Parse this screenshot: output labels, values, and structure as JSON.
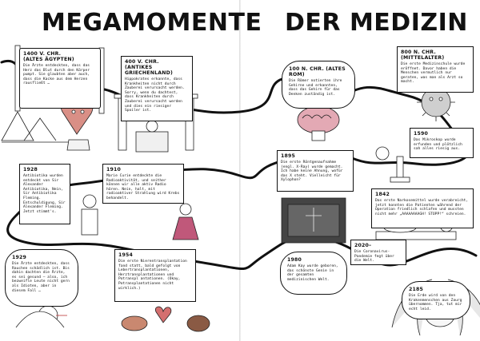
{
  "titles": {
    "left": "MEGAMOMENTE",
    "right": "DER MEDIZIN"
  },
  "events": [
    {
      "id": "e1400",
      "date_line1": "1400 V. CHR.",
      "date_line2": "(ALTES ÄGYPTEN)",
      "text": "Die Ärzte entdeckten, dass das Herz das Blut durch den Körper pumpt. Sie glaubten aber auch, dass die Kacke aus dem Herzen rausfließt …"
    },
    {
      "id": "e400",
      "date_line1": "400 V. CHR.",
      "date_line2": "(ANTIKES GRIECHENLAND)",
      "text": "Hippokrates erkannte, dass Krankheiten nicht durch Zauberei verursacht werden. Sorry, wenn du dachtest, dass Krankheiten durch Zauberei verursacht werden und dies ein riesiger Spoiler ist."
    },
    {
      "id": "e100",
      "date_line1": "100 N. CHR. (ALTES ROM)",
      "date_line2": "",
      "text": "Die Römer notierten ihre Gehirne und erkannten, dass das Gehirn für das Denken zuständig ist."
    },
    {
      "id": "e800",
      "date_line1": "800 N. CHR. (MITTELALTER)",
      "date_line2": "",
      "text": "Die erste Medizinschule wurde eröffnet. Davor haben die Menschen vermutlich nur geraten, was man als Arzt so macht."
    },
    {
      "id": "e1590",
      "date_line1": "1590",
      "date_line2": "",
      "text": "Das Mikroskop wurde erfunden und plötzlich sah alles riesig aus."
    },
    {
      "id": "e1895",
      "date_line1": "1895",
      "date_line2": "",
      "text": "Die erste Röntgenaufnahme (engl. X-Ray) wurde gemacht. Ich habe keine Ahnung, wofür das X steht. Vielleicht für Xylophon?"
    },
    {
      "id": "e1842",
      "date_line1": "1842",
      "date_line2": "",
      "text": "Das erste Narkosemittel wurde verabreicht, jetzt konnten die Patienten während der Operation friedlich schlafen und mussten nicht mehr „AAAAAAAAGH! STOPP!“ schreien."
    },
    {
      "id": "e1928",
      "date_line1": "1928",
      "date_line2": "",
      "text": "Antibiotika wurden entdeckt von Sir Alexander Antibiotika, Nein, Sir Antibiotika Fleming. Entschuldigung, Sir Alexander Fleming. Jetzt stimmt's."
    },
    {
      "id": "e1910",
      "date_line1": "1910",
      "date_line2": "",
      "text": "Marie Curie entdeckte die Radioaktivität, und seither können wir alle aktiv Radio hören. Nein, halt, mit radioaktiver Strahlung wird Krebs behandelt."
    },
    {
      "id": "e1929",
      "date_line1": "1929",
      "date_line2": "",
      "text": "Die Ärzte entdeckten, dass Rauchen schädlich ist. Bis dahin dachten die Ärzte, es sei gesund – also, ich bezweifle Leute nicht gern als Idioten, aber in diesem Fall …"
    },
    {
      "id": "e1954",
      "date_line1": "1954",
      "date_line2": "",
      "text": "Die erste Nierentransplantation fand statt, bald gefolgt von Lebertransplantationen, Herztransplantationen und Potranspl antationen. (Okay, Potransplantationen nicht wirklich.)"
    },
    {
      "id": "e1980",
      "date_line1": "1980",
      "date_line2": "",
      "text": "Adam Kay wurde geboren, das schönste Genie in der gesamten medizinischen Welt."
    },
    {
      "id": "e2020",
      "date_line1": "2020–",
      "date_line2": "",
      "text": "Die Coronavirus-Pandemie fegt über die Welt."
    },
    {
      "id": "e2185",
      "date_line1": "2185",
      "date_line2": "",
      "text": "Die Erde wird von den Krakenmenschen aus Zaurg übernommen. Tja, tut mir echt leid."
    }
  ]
}
